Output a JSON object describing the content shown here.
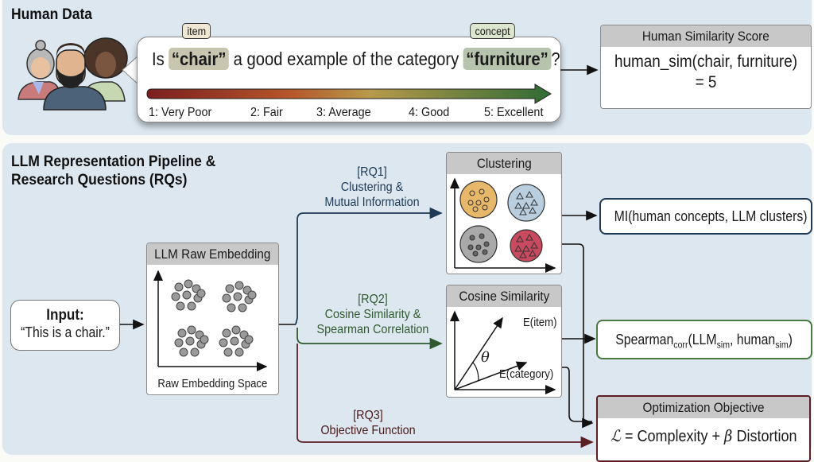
{
  "human_data": {
    "title": "Human Data",
    "people_icon": "people-group-icon",
    "question": {
      "prefix": "Is ",
      "item": "“chair”",
      "middle": " a good example of the category ",
      "concept": "“furniture”",
      "suffix": "?"
    },
    "tags": {
      "item": "item",
      "concept": "concept"
    },
    "scale": {
      "labels": [
        "1: Very Poor",
        "2: Fair",
        "3: Average",
        "4: Good",
        "5: Excellent"
      ],
      "gradient_colors": [
        "#7a1f1f",
        "#b5552a",
        "#b89a4a",
        "#2f6b35"
      ]
    },
    "score_box": {
      "title": "Human Similarity Score",
      "formula": "human_sim(chair, furniture)",
      "value": "= 5"
    }
  },
  "pipeline": {
    "title_line1": "LLM Representation Pipeline &",
    "title_line2": "Research Questions (RQs)",
    "input": {
      "label": "Input:",
      "text": "“This is a chair.”"
    },
    "raw_embedding": {
      "title": "LLM Raw Embedding",
      "caption": "Raw Embedding Space"
    },
    "rq1": {
      "tag": "[RQ1]",
      "line1": "Clustering &",
      "line2": "Mutual Information",
      "color": "#1e3a56"
    },
    "rq2": {
      "tag": "[RQ2]",
      "line1": "Cosine Similarity &",
      "line2": "Spearman Correlation",
      "color": "#2f5a2f"
    },
    "rq3": {
      "tag": "[RQ3]",
      "line1": "Objective Function",
      "color": "#5a1e24"
    },
    "clustering": {
      "title": "Clustering",
      "cluster_colors": [
        "#e8b86a",
        "#b9cfe0",
        "#a9a9a9",
        "#c94a5e"
      ]
    },
    "cosine": {
      "title": "Cosine Similarity",
      "vec_item": "E(item)",
      "vec_category": "E(category)",
      "angle": "θ"
    },
    "mi_result": {
      "text": "MI(human concepts, LLM clusters)",
      "border": "#1e3a56"
    },
    "spearman_result": {
      "base": "Spearman",
      "sub1": "corr",
      "open": "(LLM",
      "sub2": "sim",
      "mid": ", human",
      "sub3": "sim",
      "close": ")",
      "border": "#4a7a3f"
    },
    "objective": {
      "title": "Optimization Objective",
      "formula_L": "ℒ",
      "formula_rest": " = Complexity + ",
      "beta": "β",
      "formula_end": " Distortion",
      "border": "#5a1e24"
    }
  }
}
